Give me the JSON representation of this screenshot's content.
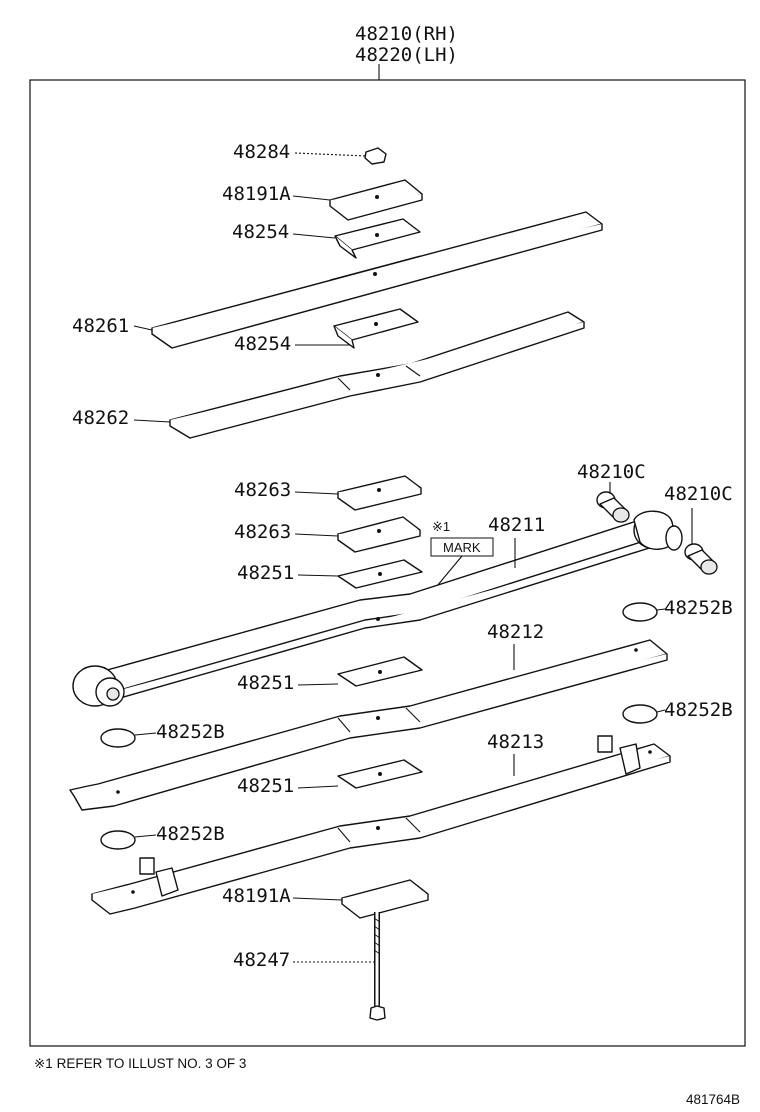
{
  "header": {
    "assembly_rh": "48210(RH)",
    "assembly_lh": "48220(LH)"
  },
  "parts": {
    "nut": "48284",
    "plate_top": "48191A",
    "plate_bottom": "48191A",
    "spacer_1": "48254",
    "spacer_2": "48254",
    "leaf_1": "48261",
    "leaf_2": "48262",
    "insert_1": "48263",
    "insert_2": "48263",
    "liner_1": "48251",
    "liner_2": "48251",
    "liner_3": "48251",
    "main_leaf": "48211",
    "leaf_3": "48212",
    "leaf_4": "48213",
    "bushing_1": "48210C",
    "bushing_2": "48210C",
    "pad_1": "48252B",
    "pad_2": "48252B",
    "pad_3": "48252B",
    "pad_4": "48252B",
    "center_bolt": "48247"
  },
  "annotations": {
    "ref_mark": "※1",
    "mark_label": "MARK"
  },
  "footer": {
    "note": "※1 REFER TO ILLUST NO. 3 OF 3",
    "illustration_id": "481764B"
  }
}
